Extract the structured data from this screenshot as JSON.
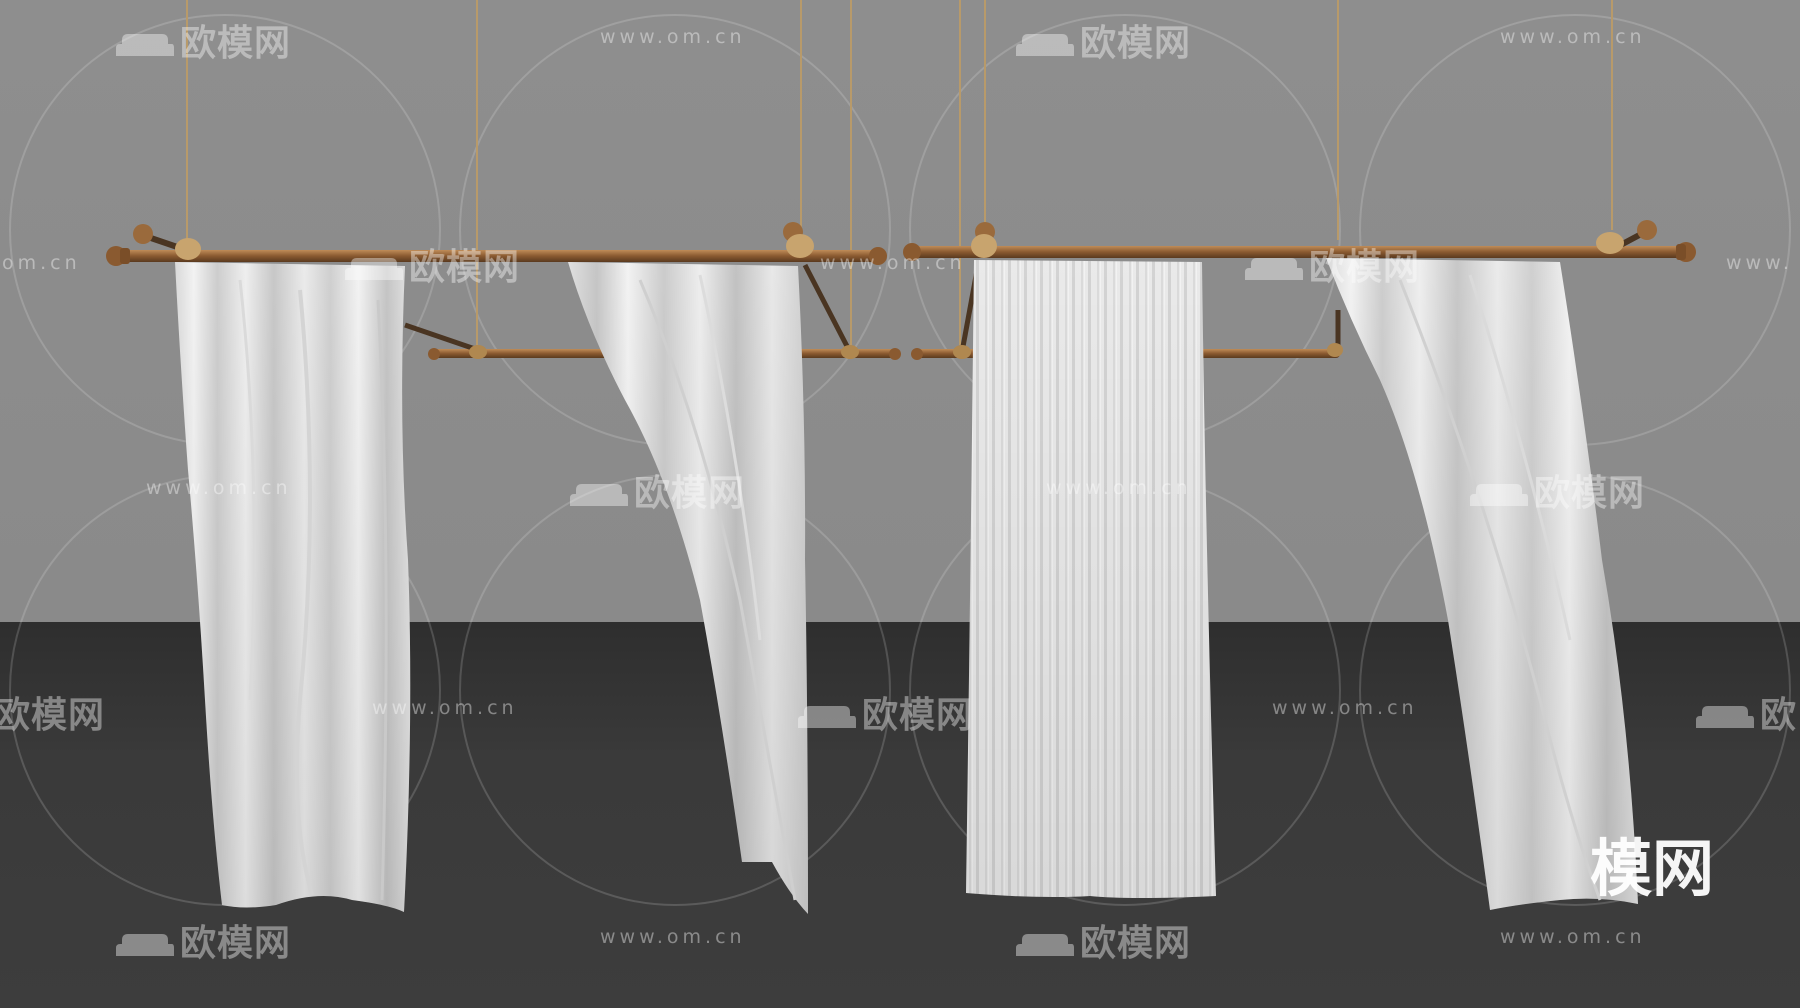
{
  "watermark": {
    "brand": "欧模网",
    "url": "www.om.cn",
    "url_fragment_left": "om.cn",
    "url_fragment_right": "www.",
    "brand_fragment_left": "欧模网",
    "brand_fragment_right": "欧",
    "big_fragment": "模网",
    "logo_icon": "sofa-icon"
  },
  "colors": {
    "wall": "#8c8c8c",
    "floor": "#3c3c3c",
    "wood": "#9a6a3c",
    "rope": "#b89a6a",
    "fabric": "#f2f2f2"
  }
}
